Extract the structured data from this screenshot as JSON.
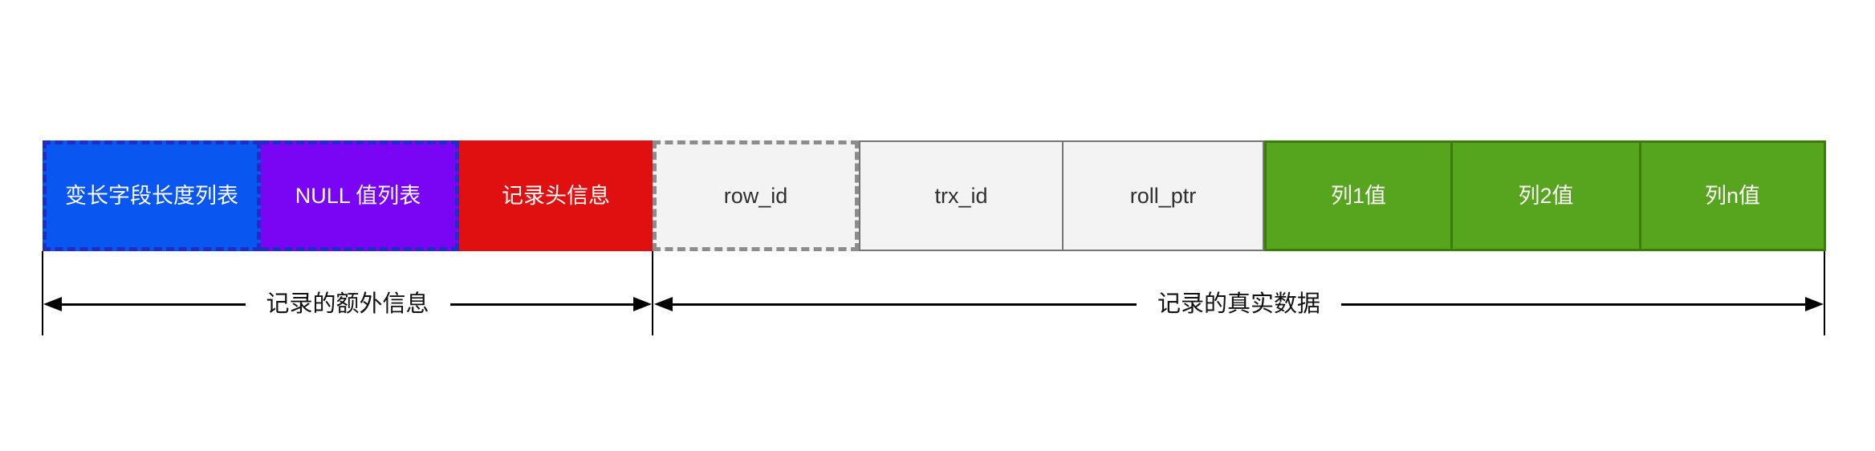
{
  "colors": {
    "blue-fill": "#0957F0",
    "blue-border": "#1D2DC6",
    "purple-fill": "#7A05F5",
    "red-fill": "#E01010",
    "gray-fill": "#F3F3F3",
    "gray-border": "#757575",
    "gray-dash": "#8C8C8C",
    "green-fill": "#57A41F",
    "green-border": "#3A7D07",
    "arrow-color": "#000000"
  },
  "segments": [
    {
      "label": "变长字段长度列表"
    },
    {
      "label": "NULL 值列表"
    },
    {
      "label": "记录头信息"
    },
    {
      "label": "row_id"
    },
    {
      "label": "trx_id"
    },
    {
      "label": "roll_ptr"
    },
    {
      "label": "列1值"
    },
    {
      "label": "列2值"
    },
    {
      "label": "列n值"
    }
  ],
  "spans": [
    {
      "label": "记录的额外信息"
    },
    {
      "label": "记录的真实数据"
    }
  ]
}
